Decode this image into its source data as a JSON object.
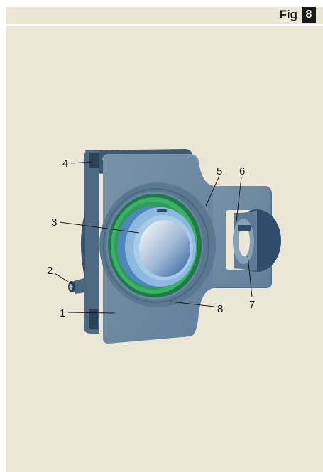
{
  "header": {
    "fig_label": "Fig",
    "fig_number": "8"
  },
  "callouts": {
    "c1": "1",
    "c2": "2",
    "c3": "3",
    "c4": "4",
    "c5": "5",
    "c6": "6",
    "c7": "7",
    "c8": "8"
  },
  "colors": {
    "background": "#ece6d6",
    "housing": "#6e8aa0",
    "housing_dark": "#3f5a70",
    "seal_green": "#2f9a5a",
    "inner_ring": "#8db9de"
  }
}
